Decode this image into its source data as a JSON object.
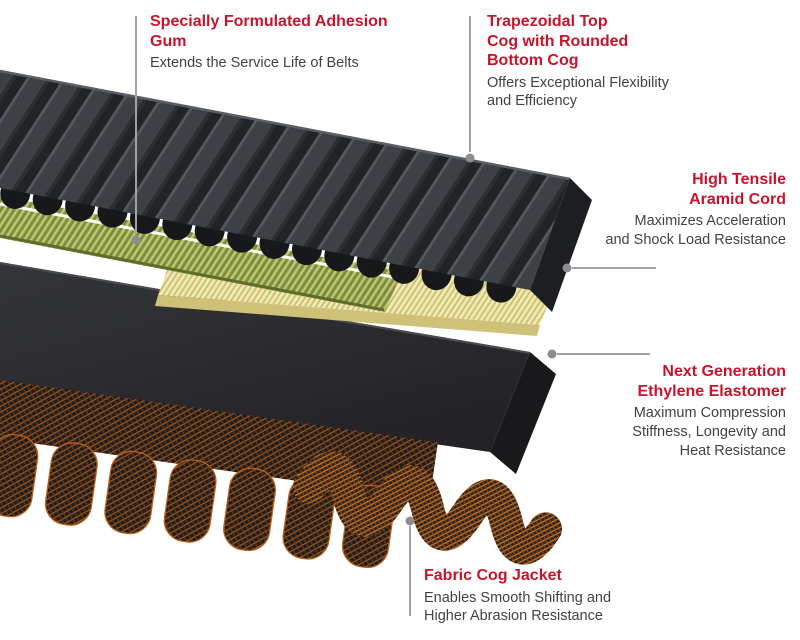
{
  "colors": {
    "accent_red": "#c9132b",
    "body_text": "#424245",
    "callout_gray": "#a2a2a2",
    "belt_dark": "#242528",
    "gum_green": "#8f9e48",
    "aramid_yellow": "#eae2a0",
    "fabric_orange": "#d57a26"
  },
  "callouts": {
    "adhesion_gum": {
      "title": "Specially Formulated Adhesion\nGum",
      "body": "Extends the Service Life of Belts"
    },
    "top_cog": {
      "title": "Trapezoidal Top\nCog with Rounded\nBottom Cog",
      "body": "Offers Exceptional Flexibility\nand Efficiency"
    },
    "aramid_cord": {
      "title": "High Tensile\nAramid Cord",
      "body": "Maximizes Acceleration\nand Shock Load Resistance"
    },
    "elastomer": {
      "title": "Next Generation\nEthylene Elastomer",
      "body": "Maximum Compression\nStiffness, Longevity and\nHeat Resistance"
    },
    "fabric_jacket": {
      "title": "Fabric Cog Jacket",
      "body": "Enables Smooth Shifting and\nHigher Abrasion Resistance"
    }
  }
}
